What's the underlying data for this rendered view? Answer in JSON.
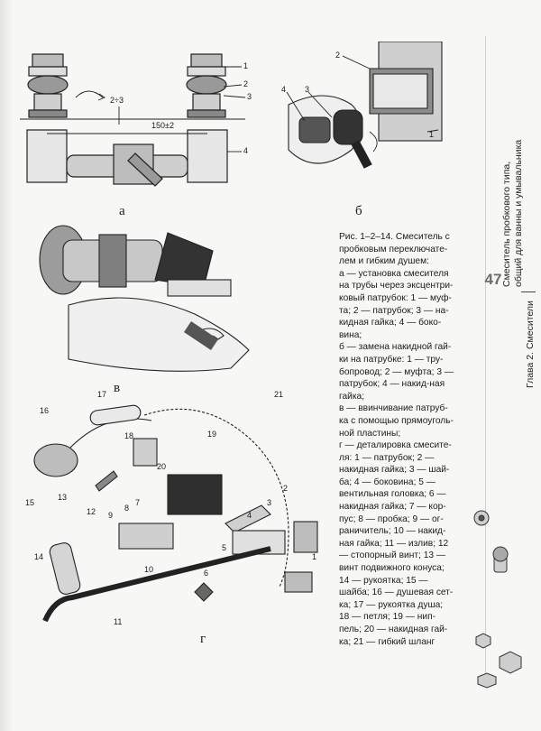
{
  "figure_labels": {
    "a": "а",
    "b": "б",
    "v": "в",
    "g": "г"
  },
  "fig_a": {
    "dims": [
      "2÷3",
      "150±2"
    ],
    "callouts": [
      "1",
      "2",
      "3",
      "4"
    ]
  },
  "fig_b": {
    "callouts": [
      "2",
      "4",
      "3",
      "1"
    ]
  },
  "fig_g": {
    "callouts": [
      "21",
      "17",
      "16",
      "19",
      "18",
      "20",
      "7",
      "2",
      "3",
      "15",
      "13",
      "12",
      "9",
      "8",
      "4",
      "14",
      "5",
      "10",
      "6",
      "1",
      "11"
    ]
  },
  "caption": {
    "title": "Рис. 1–2–14. Смеситель с пробковым переключате-лем и гибким душем:",
    "body": "а — установка смесителя на трубы через эксцентри-ковый патрубок: 1 — муф-та; 2 — патрубок; 3 — на-кидная гайка; 4 — боко-вина;\nб — замена накидной гай-ки на патрубке: 1 — тру-бопровод; 2 — муфта; 3 — патрубок; 4 — накид-ная гайка;\nв — ввинчивание патруб-ка с помощью прямоуголь-ной пластины;\nг — деталировка смесите-ля: 1 — патрубок; 2 — накидная гайка; 3 — шай-ба; 4 — боковина; 5 — вентильная головка; 6 — накидная гайка; 7 — кор-пус; 8 — пробка; 9 — ог-раничитель; 10 — накид-ная гайка; 11 — излив; 12 — стопорный винт; 13 — винт подвижного конуса; 14 — рукоятка; 15 — шайба; 16 — душевая сет-ка; 17 — рукоятка душа; 18 — петля; 19 — нип-пель; 20 — накидная гай-ка; 21 — гибкий шланг"
  },
  "page_number": "47",
  "running_head": {
    "chapter": "Глава 2. Смесители",
    "section": "Смеситель пробкового типа,\nобщий для ванны и умывальника"
  }
}
